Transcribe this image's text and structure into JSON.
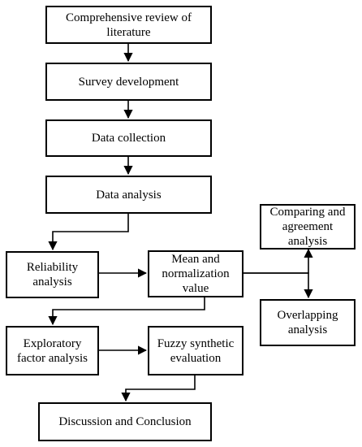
{
  "nodes": {
    "literature_review": "Comprehensive review of literature",
    "survey_development": "Survey development",
    "data_collection": "Data collection",
    "data_analysis": "Data analysis",
    "reliability_analysis": "Reliability analysis",
    "mean_normalization": "Mean and normalization value",
    "comparing_agreement": "Comparing and agreement analysis",
    "overlapping_analysis": "Overlapping analysis",
    "exploratory_factor": "Exploratory factor analysis",
    "fuzzy_synthetic": "Fuzzy synthetic evaluation",
    "discussion_conclusion": "Discussion and Conclusion"
  },
  "edges": [
    {
      "from": "literature_review",
      "to": "survey_development"
    },
    {
      "from": "survey_development",
      "to": "data_collection"
    },
    {
      "from": "data_collection",
      "to": "data_analysis"
    },
    {
      "from": "data_analysis",
      "to": "reliability_analysis"
    },
    {
      "from": "reliability_analysis",
      "to": "mean_normalization"
    },
    {
      "from": "mean_normalization",
      "to": "comparing_agreement"
    },
    {
      "from": "mean_normalization",
      "to": "overlapping_analysis"
    },
    {
      "from": "mean_normalization",
      "to": "exploratory_factor"
    },
    {
      "from": "exploratory_factor",
      "to": "fuzzy_synthetic"
    },
    {
      "from": "fuzzy_synthetic",
      "to": "discussion_conclusion"
    }
  ],
  "colors": {
    "stroke": "#000000",
    "fill": "#ffffff",
    "text": "#000000"
  }
}
